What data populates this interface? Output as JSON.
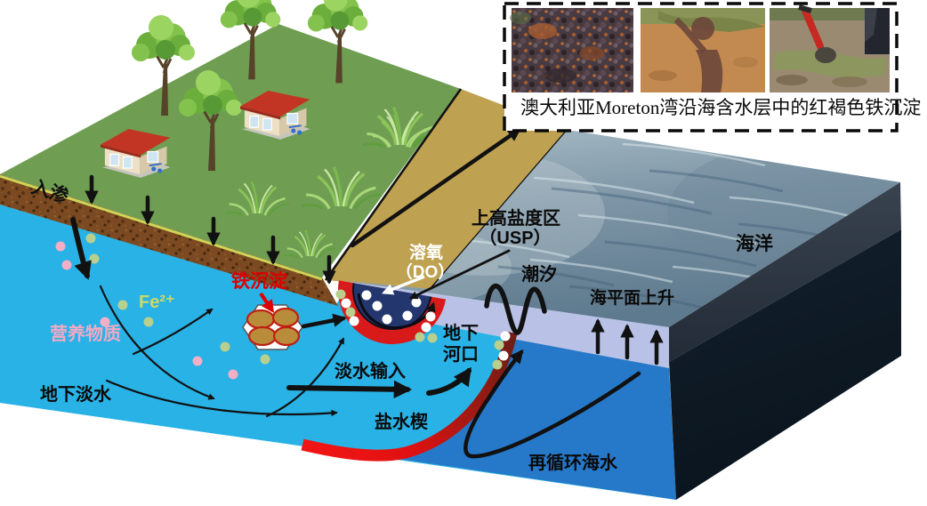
{
  "diagram": {
    "labels": {
      "infiltration": "入渗",
      "fe_ion": "Fe²⁺",
      "nutrients": "营养物质",
      "iron_precipitate": "铁沉淀",
      "dissolved_oxygen_l1": "溶氧",
      "dissolved_oxygen_l2": "（DO）",
      "usp_l1": "上高盐度区",
      "usp_l2": "（USP）",
      "tide": "潮汐",
      "sea_level_rise": "海平面上升",
      "ocean": "海洋",
      "estuary_l1": "地下",
      "estuary_l2": "河口",
      "freshwater_input": "淡水输入",
      "fresh_groundwater": "地下淡水",
      "saltwater_wedge": "盐水楔",
      "recirculated_seawater": "再循环海水"
    },
    "inset": {
      "caption": "澳大利亚Moreton湾沿海含水层中的红褐色铁沉淀"
    },
    "colors": {
      "land_green": "#6f9e52",
      "soil_brown": "#7b4a22",
      "beach_sand": "#bfa251",
      "fresh_groundwater_cyan": "#29b2e6",
      "seawater_blue": "#2678c8",
      "sea_level_band": "#b9c2e6",
      "basement_dark": "#0d1a26",
      "basement_upper": "#2b3542",
      "wedge_red": "#d81a1a",
      "estuary_navy": "#23366e",
      "do_dot": "#ffffff",
      "iron_dot": "#b8cf8e",
      "nutrient_dot": "#f4aec6",
      "label_red": "#dd0000",
      "label_green": "#ccd966",
      "label_pink": "#f2a9c4",
      "ink": "#111111"
    }
  }
}
